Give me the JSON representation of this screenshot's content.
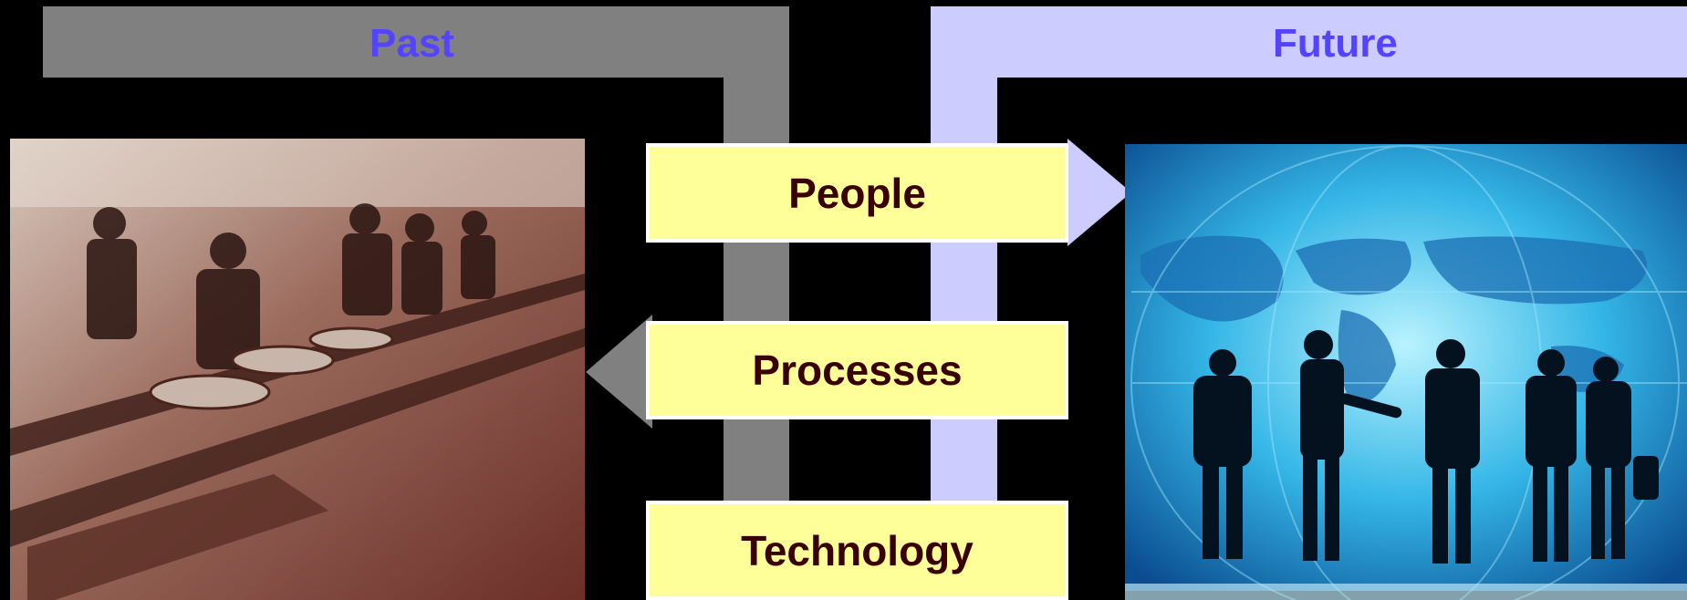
{
  "colors": {
    "background": "#000000",
    "past_band": "#808080",
    "future_band": "#ccccff",
    "heading_text": "#5544ff",
    "box_fill": "#ffff99",
    "box_text": "#3a0000"
  },
  "past": {
    "label": "Past",
    "image": "factory-assembly-line-photo"
  },
  "future": {
    "label": "Future",
    "image": "world-map-silhouettes-photo"
  },
  "pillars": [
    {
      "label": "People"
    },
    {
      "label": "Processes"
    },
    {
      "label": "Technology"
    }
  ]
}
